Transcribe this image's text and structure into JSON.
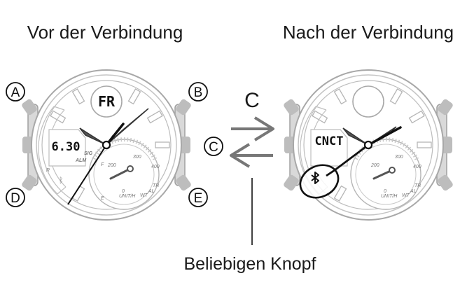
{
  "headings": {
    "before": "Vor der Verbindung",
    "after": "Nach der Verbindung"
  },
  "arrow_label": "C",
  "caption": "Beliebigen Knopf",
  "buttons": {
    "a": "A",
    "b": "B",
    "c": "C",
    "d": "D",
    "e": "E"
  },
  "watch_before": {
    "mode_display": "FR",
    "time_display": "6.30",
    "labels": {
      "sig": "SIG",
      "alm": "ALM",
      "r": "R"
    }
  },
  "watch_after": {
    "time_display": "CNCT"
  },
  "subdial": {
    "scale": [
      "200",
      "300",
      "400"
    ],
    "zero": "0",
    "unit": "UNIT/H",
    "f": "F",
    "e": "E",
    "tr": "TR",
    "al": "AL",
    "wt": "WT"
  },
  "colors": {
    "outline": "#9a9a9a",
    "bezel": "#b8b8b8",
    "hands": "#111111",
    "arrow": "#777777"
  },
  "icons": [
    "bluetooth-icon",
    "arrow-right-icon",
    "arrow-left-icon"
  ]
}
